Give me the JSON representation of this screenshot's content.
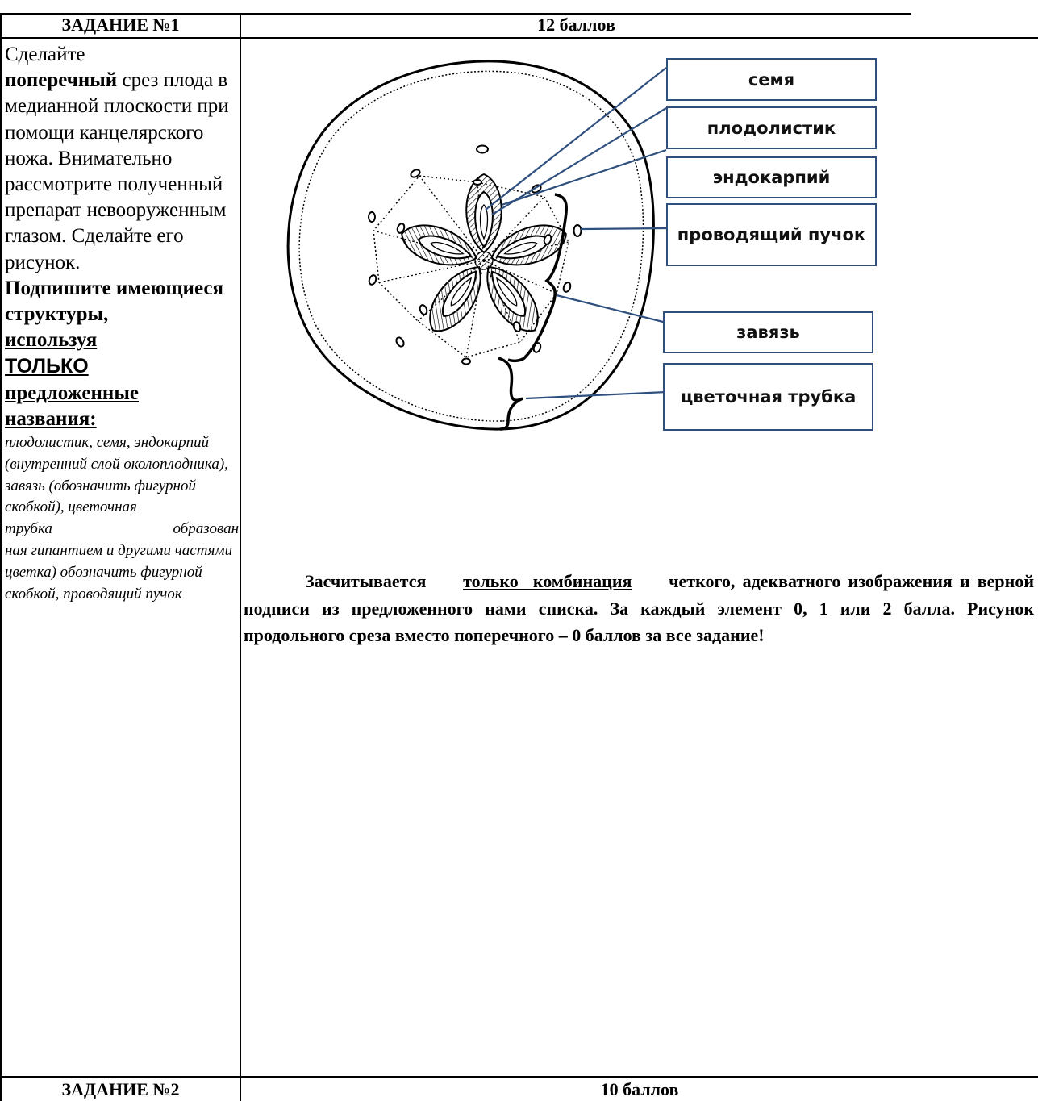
{
  "task1": {
    "header_title": "ЗАДАНИЕ №1",
    "header_points": "12 баллов",
    "instructions": {
      "p1a": "Сделайте",
      "p1b_bold": "поперечный",
      "p1c": " срез плода в медианной плоскости при помощи канцелярского ножа. Внимательно рассмотрите полученный препарат невооруженным глазом. Сделайте его рисунок.",
      "p2_bold": "Подпишите имеющиеся структуры,",
      "p3_bold_u1": "используя",
      "p3_bold_u2": "ТОЛЬКО",
      "p3_bold_u3": "предложенные",
      "p3_bold_u4": "названия:",
      "p4_italic_a": "плодолистик, семя, эндокарпий (внутренний слой околоплодника), завязь (обозначить фигурной скобкой), цветочная",
      "p4_italic_b": "трубка образован",
      "p4_italic_c": "ная гипантием и другими частями цветка) обозначить фигурной скобкой, проводящий пучок"
    },
    "diagram_labels": {
      "seed": "семя",
      "carpel": "плодолистик",
      "endocarp": "эндокарпий",
      "bundle": "проводящий пучок",
      "ovary": "завязь",
      "tube": "цветочная трубка"
    },
    "scoring": {
      "s1": "Засчитывается",
      "s1_u": "только комбинация",
      "s2": "четкого, адекватного изображения и верной подписи из предложенного нами списка. За каждый элемент 0, 1 или 2 балла. Рисунок продольного среза вместо поперечного – 0 баллов за все задание!"
    }
  },
  "task2": {
    "header_title": "ЗАДАНИЕ №2",
    "header_points": "10 баллов"
  }
}
